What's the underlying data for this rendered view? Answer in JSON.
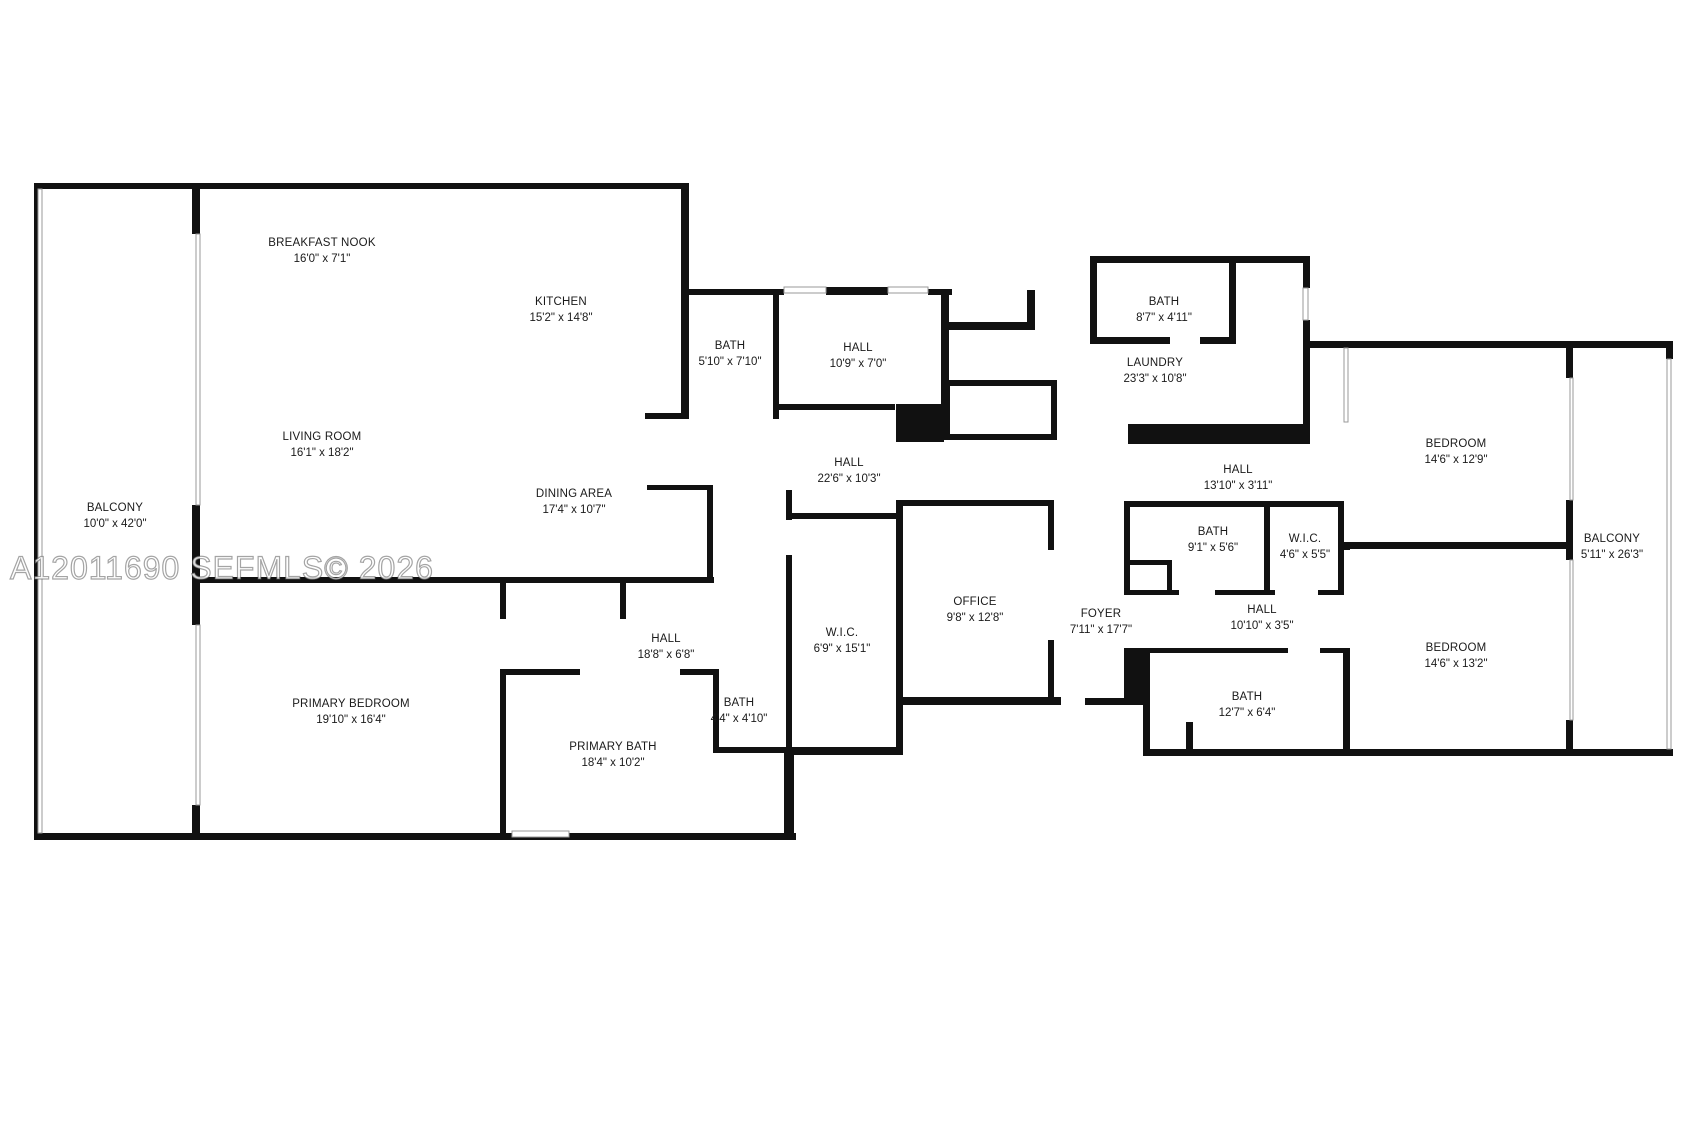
{
  "watermark": "A12011690  SEFMLS© 2026",
  "rooms": [
    {
      "id": "breakfast-nook",
      "name": "BREAKFAST NOOK",
      "dim": "16'0\" x 7'1\""
    },
    {
      "id": "kitchen",
      "name": "KITCHEN",
      "dim": "15'2\" x 14'8\""
    },
    {
      "id": "living-room",
      "name": "LIVING ROOM",
      "dim": "16'1\" x 18'2\""
    },
    {
      "id": "dining-area",
      "name": "DINING AREA",
      "dim": "17'4\" x 10'7\""
    },
    {
      "id": "balcony-west",
      "name": "BALCONY",
      "dim": "10'0\" x 42'0\""
    },
    {
      "id": "bath-1",
      "name": "BATH",
      "dim": "5'10\" x 7'10\""
    },
    {
      "id": "hall-1",
      "name": "HALL",
      "dim": "10'9\" x 7'0\""
    },
    {
      "id": "bath-2",
      "name": "BATH",
      "dim": "8'7\" x 4'11\""
    },
    {
      "id": "laundry",
      "name": "LAUNDRY",
      "dim": "23'3\" x 10'8\""
    },
    {
      "id": "hall-main",
      "name": "HALL",
      "dim": "22'6\" x 10'3\""
    },
    {
      "id": "hall-east",
      "name": "HALL",
      "dim": "13'10\" x 3'11\""
    },
    {
      "id": "bedroom-1",
      "name": "BEDROOM",
      "dim": "14'6\" x 12'9\""
    },
    {
      "id": "bath-3",
      "name": "BATH",
      "dim": "9'1\" x 5'6\""
    },
    {
      "id": "wic-east",
      "name": "W.I.C.",
      "dim": "4'6\" x 5'5\""
    },
    {
      "id": "balcony-east",
      "name": "BALCONY",
      "dim": "5'11\" x 26'3\""
    },
    {
      "id": "primary-bedroom",
      "name": "PRIMARY BEDROOM",
      "dim": "19'10\" x 16'4\""
    },
    {
      "id": "hall-primary",
      "name": "HALL",
      "dim": "18'8\" x 6'8\""
    },
    {
      "id": "wic-primary",
      "name": "W.I.C.",
      "dim": "6'9\" x 15'1\""
    },
    {
      "id": "office",
      "name": "OFFICE",
      "dim": "9'8\" x 12'8\""
    },
    {
      "id": "foyer",
      "name": "FOYER",
      "dim": "7'11\" x 17'7\""
    },
    {
      "id": "hall-small",
      "name": "HALL",
      "dim": "10'10\" x 3'5\""
    },
    {
      "id": "bedroom-2",
      "name": "BEDROOM",
      "dim": "14'6\" x 13'2\""
    },
    {
      "id": "bath-4",
      "name": "BATH",
      "dim": "4'4\" x 4'10\""
    },
    {
      "id": "primary-bath",
      "name": "PRIMARY BATH",
      "dim": "18'4\" x 10'2\""
    },
    {
      "id": "bath-5",
      "name": "BATH",
      "dim": "12'7\" x 6'4\""
    }
  ]
}
